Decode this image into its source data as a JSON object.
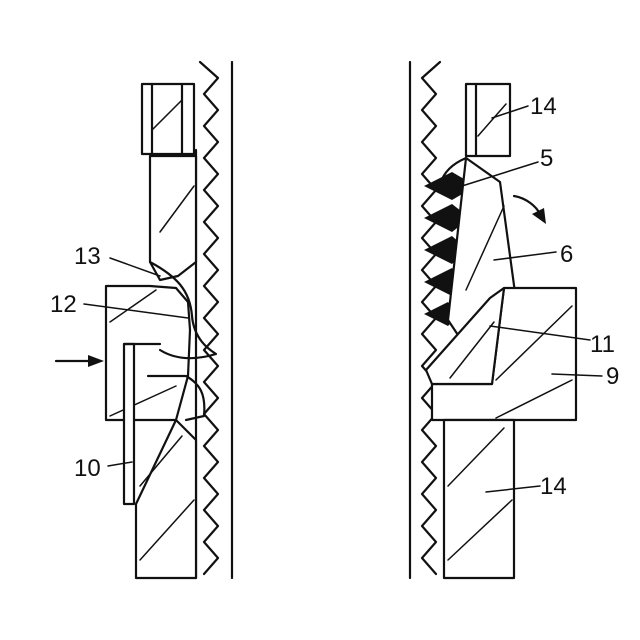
{
  "figure": {
    "background": "#ffffff",
    "ink": "#111111",
    "labels": {
      "l14_top": "14",
      "l5": "5",
      "l6": "6",
      "l13": "13",
      "l12": "12",
      "l11": "11",
      "l9": "9",
      "l10": "10",
      "l14_bottom": "14"
    }
  }
}
